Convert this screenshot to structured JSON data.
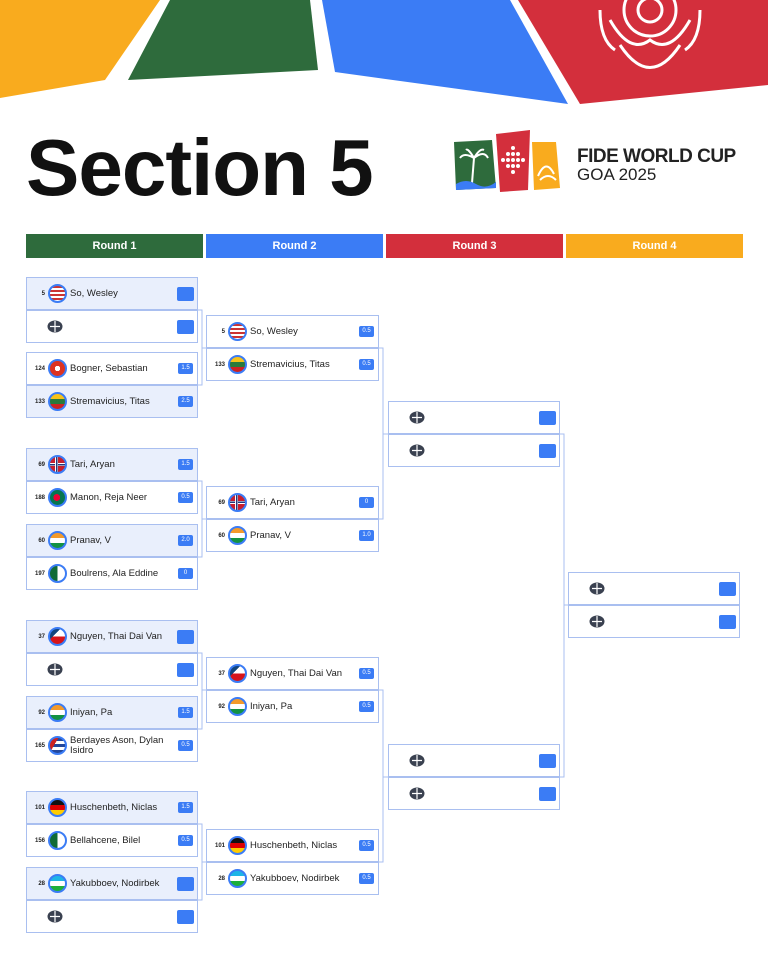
{
  "title": "Section 5",
  "brand": {
    "line1": "FIDE WORLD CUP",
    "line2": "GOA 2025"
  },
  "colors": {
    "green": "#2e6b3c",
    "blue": "#3b7cf5",
    "red": "#d32f3c",
    "orange": "#f9ab1e",
    "row_highlight": "#e9effc"
  },
  "rounds": [
    {
      "label": "Round 1",
      "color": "#2e6b3c",
      "matches": [
        [
          {
            "seed": "5",
            "name": "So, Wesley",
            "flag": "usa",
            "score": "",
            "win": true
          },
          {
            "seed": "",
            "name": "",
            "flag": "fide-logo",
            "score": "",
            "win": false
          }
        ],
        [
          {
            "seed": "124",
            "name": "Bogner, Sebastian",
            "flag": "switzerland",
            "score": "1.5",
            "win": false
          },
          {
            "seed": "133",
            "name": "Stremavicius, Titas",
            "flag": "lithuania",
            "score": "2.5",
            "win": true
          }
        ],
        [
          {
            "seed": "69",
            "name": "Tari, Aryan",
            "flag": "norway",
            "score": "1.5",
            "win": true
          },
          {
            "seed": "188",
            "name": "Manon, Reja Neer",
            "flag": "bangladesh",
            "score": "0.5",
            "win": false
          }
        ],
        [
          {
            "seed": "60",
            "name": "Pranav, V",
            "flag": "india",
            "score": "2.0",
            "win": true
          },
          {
            "seed": "197",
            "name": "Boulrens, Ala Eddine",
            "flag": "algeria",
            "score": "0",
            "win": false
          }
        ],
        [
          {
            "seed": "37",
            "name": "Nguyen, Thai Dai Van",
            "flag": "czechia",
            "score": "",
            "win": true
          },
          {
            "seed": "",
            "name": "",
            "flag": "fide-logo",
            "score": "",
            "win": false
          }
        ],
        [
          {
            "seed": "92",
            "name": "Iniyan, Pa",
            "flag": "india",
            "score": "1.5",
            "win": true
          },
          {
            "seed": "165",
            "name": "Berdayes Ason, Dylan Isidro",
            "flag": "cuba",
            "score": "0.5",
            "win": false
          }
        ],
        [
          {
            "seed": "101",
            "name": "Huschenbeth, Niclas",
            "flag": "germany",
            "score": "1.5",
            "win": true
          },
          {
            "seed": "156",
            "name": "Bellahcene, Bilel",
            "flag": "algeria",
            "score": "0.5",
            "win": false
          }
        ],
        [
          {
            "seed": "28",
            "name": "Yakubboev, Nodirbek",
            "flag": "uzbekistan",
            "score": "",
            "win": true
          },
          {
            "seed": "",
            "name": "",
            "flag": "fide-logo",
            "score": "",
            "win": false
          }
        ]
      ]
    },
    {
      "label": "Round 2",
      "color": "#3b7cf5",
      "matches": [
        [
          {
            "seed": "5",
            "name": "So, Wesley",
            "flag": "usa",
            "score": "0.5",
            "win": false
          },
          {
            "seed": "133",
            "name": "Stremavicius, Titas",
            "flag": "lithuania",
            "score": "0.5",
            "win": false
          }
        ],
        [
          {
            "seed": "69",
            "name": "Tari, Aryan",
            "flag": "norway",
            "score": "0",
            "win": false
          },
          {
            "seed": "60",
            "name": "Pranav, V",
            "flag": "india",
            "score": "1.0",
            "win": false
          }
        ],
        [
          {
            "seed": "37",
            "name": "Nguyen, Thai Dai Van",
            "flag": "czechia",
            "score": "0.5",
            "win": false
          },
          {
            "seed": "92",
            "name": "Iniyan, Pa",
            "flag": "india",
            "score": "0.5",
            "win": false
          }
        ],
        [
          {
            "seed": "101",
            "name": "Huschenbeth, Niclas",
            "flag": "germany",
            "score": "0.5",
            "win": false
          },
          {
            "seed": "28",
            "name": "Yakubboev, Nodirbek",
            "flag": "uzbekistan",
            "score": "0.5",
            "win": false
          }
        ]
      ]
    },
    {
      "label": "Round 3",
      "color": "#d32f3c",
      "matches": [
        [
          {
            "seed": "",
            "name": "",
            "flag": "fide-logo",
            "score": "",
            "win": false
          },
          {
            "seed": "",
            "name": "",
            "flag": "fide-logo",
            "score": "",
            "win": false
          }
        ],
        [
          {
            "seed": "",
            "name": "",
            "flag": "fide-logo",
            "score": "",
            "win": false
          },
          {
            "seed": "",
            "name": "",
            "flag": "fide-logo",
            "score": "",
            "win": false
          }
        ]
      ]
    },
    {
      "label": "Round 4",
      "color": "#f9ab1e",
      "matches": [
        [
          {
            "seed": "",
            "name": "",
            "flag": "fide-logo",
            "score": "",
            "win": false
          },
          {
            "seed": "",
            "name": "",
            "flag": "fide-logo",
            "score": "",
            "win": false
          }
        ]
      ]
    }
  ]
}
